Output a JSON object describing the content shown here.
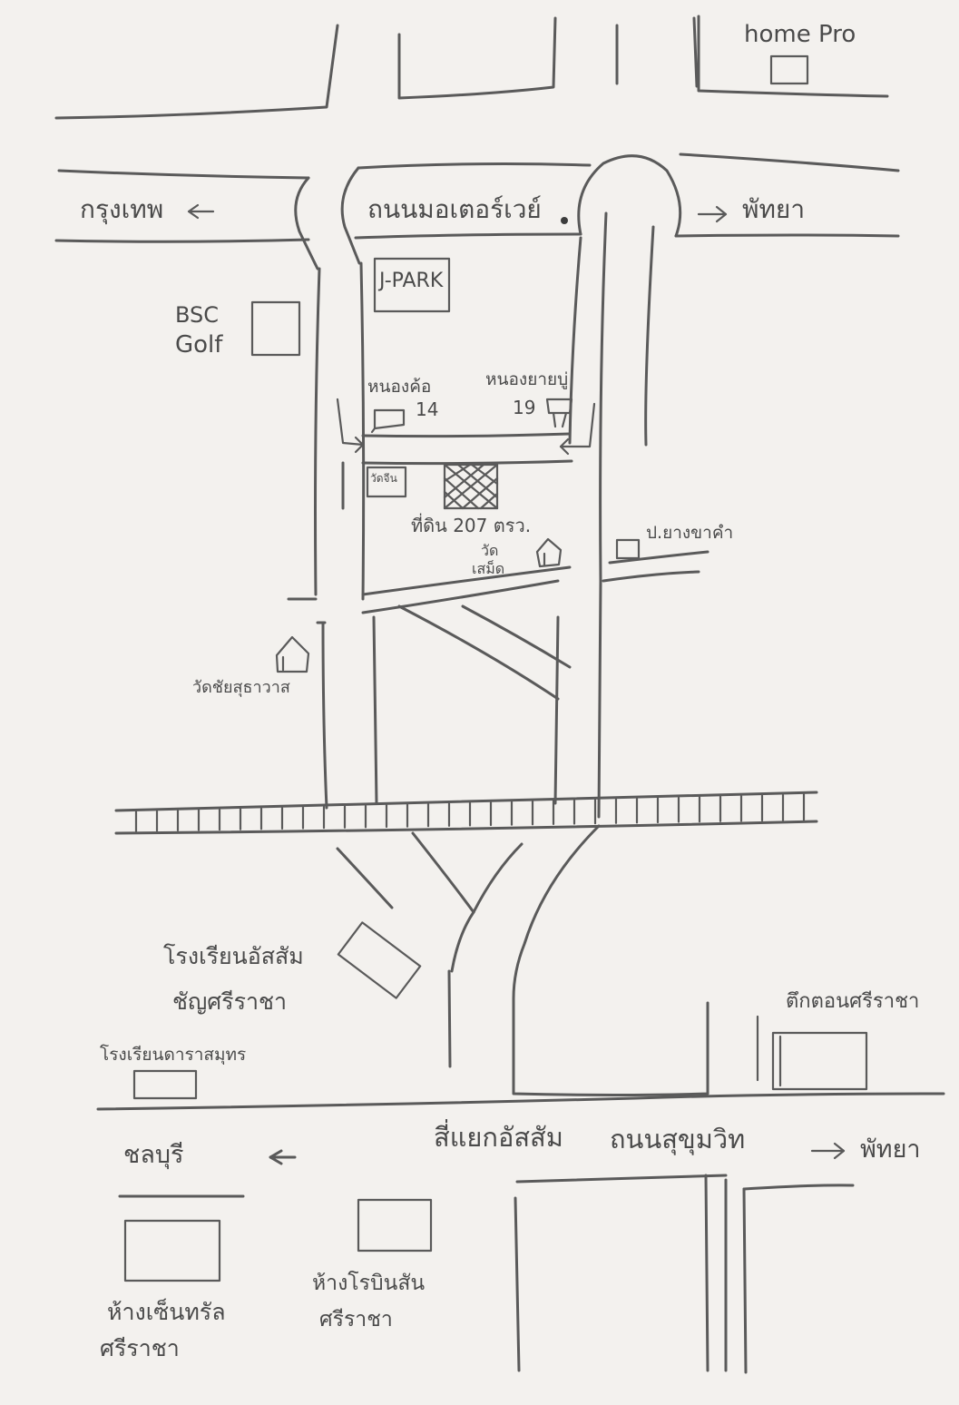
{
  "labels": {
    "home_pro": "home Pro",
    "to_bangkok": "กรุงเทพ",
    "motorway_road": "ถนนมอเตอร์เวย์",
    "to_pattaya_top": "พัทยา",
    "jpark": "J-PARK",
    "bsc_line1": "BSC",
    "bsc_line2": "Golf",
    "nong_kho_14_line1": "หนองค้อ",
    "nong_kho_14_line2": "14",
    "nong_yai_bu_19_line1": "หนองยายบู่",
    "nong_yai_bu_19_line2": "19",
    "wat_chin": "วัดจีน",
    "land_207": "ที่ดิน 207 ตรว.",
    "wat_samet_line1": "วัด",
    "wat_samet_line2": "เสม็ด",
    "pt_station": "ป.ยางขาคำ",
    "wat_sai": "วัดชัยสุธาวาส",
    "assumption_school_line1": "โรงเรียนอัสสัม",
    "assumption_school_line2": "ชัญศรีราชา",
    "tarasamut_school": "โรงเรียนดาราสมุทร",
    "police_station": "ตึกตอนศรีราชา",
    "to_chonburi": "ชลบุรี",
    "assumption_intersection": "สี่แยกอัสสัม",
    "sukhumvit_road": "ถนนสุขุมวิท",
    "to_pattaya_bottom": "พัทยา",
    "central_line1": "ห้างเซ็นทรัล",
    "central_line2": "ศรีราชา",
    "robinson_line1": "ห้างโรบินสัน",
    "robinson_line2": "ศรีราชา"
  }
}
